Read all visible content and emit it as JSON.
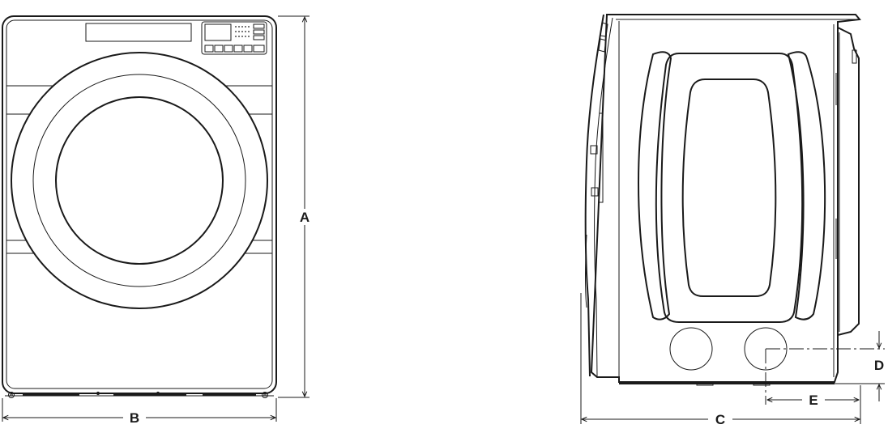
{
  "labels": {
    "a": "A",
    "b": "B",
    "c": "C",
    "d": "D",
    "e": "E"
  },
  "colors": {
    "line": "#1a1a1a",
    "background": "#ffffff"
  }
}
